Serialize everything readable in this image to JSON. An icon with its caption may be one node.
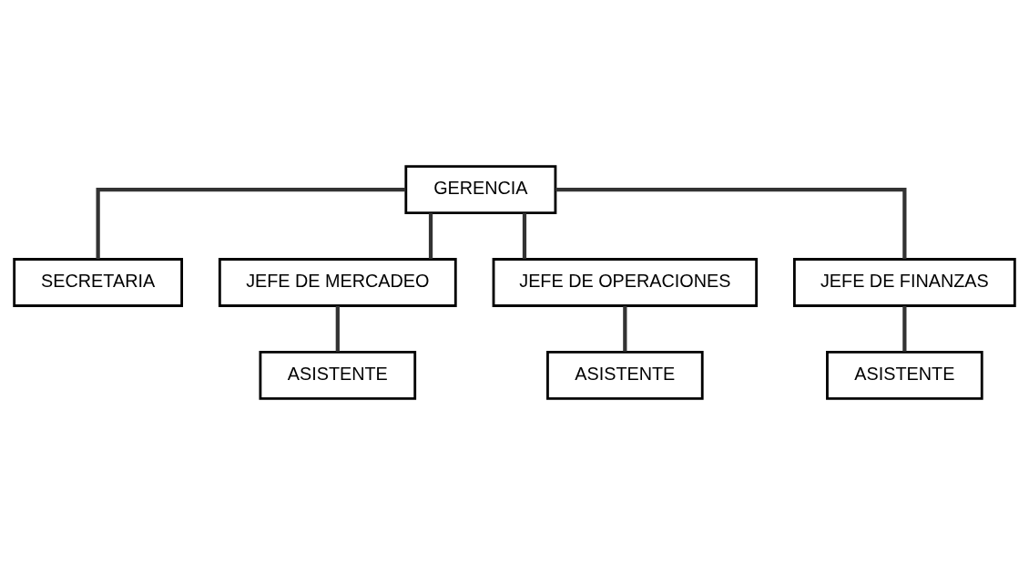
{
  "diagram": {
    "nodes": [
      {
        "text": [
          "GERENCIA"
        ]
      },
      {
        "text": [
          "SECRETARIA"
        ]
      },
      {
        "text": [
          "JEFE DE MERCADEO"
        ]
      },
      {
        "text": [
          "JEFE DE OPERACIONES"
        ]
      },
      {
        "text": [
          "JEFE DE FINANZAS"
        ]
      },
      {
        "text": [
          "ASISTENTE"
        ]
      },
      {
        "text": [
          "ASISTENTE"
        ]
      },
      {
        "text": [
          "ASISTENTE"
        ]
      }
    ],
    "edges": [
      {
        "from": 0,
        "to": 1,
        "arrow": "none"
      },
      {
        "from": 0,
        "to": 2,
        "arrow": "none"
      },
      {
        "from": 0,
        "to": 3,
        "arrow": "none"
      },
      {
        "from": 0,
        "to": 4,
        "arrow": "none"
      },
      {
        "from": 2,
        "to": 5,
        "arrow": "none"
      },
      {
        "from": 3,
        "to": 6,
        "arrow": "none"
      },
      {
        "from": 4,
        "to": 7,
        "arrow": "none"
      }
    ]
  }
}
